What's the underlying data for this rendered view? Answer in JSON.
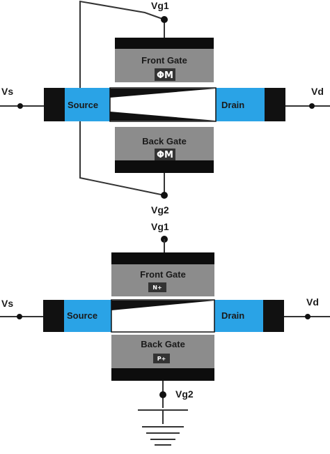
{
  "colors": {
    "terminal_black": "#111111",
    "oxide_black": "#0d0d0d",
    "gate_gray": "#8c8c8c",
    "source_drain_blue": "#2aa3e6",
    "wire": "#333333",
    "channel_fill": "#ffffff"
  },
  "top_device": {
    "vg1": "Vg1",
    "vg2": "Vg2",
    "vs": "Vs",
    "vd": "Vd",
    "front_gate": "Front Gate",
    "front_gate_symbol": "ΦM",
    "back_gate": "Back Gate",
    "back_gate_symbol": "ΦM",
    "source": "Source",
    "drain": "Drain"
  },
  "bottom_device": {
    "vg1": "Vg1",
    "vg2": "Vg2",
    "vs": "Vs",
    "vd": "Vd",
    "front_gate": "Front Gate",
    "front_gate_doping": "N+",
    "back_gate": "Back Gate",
    "back_gate_doping": "P+",
    "source": "Source",
    "drain": "Drain"
  }
}
